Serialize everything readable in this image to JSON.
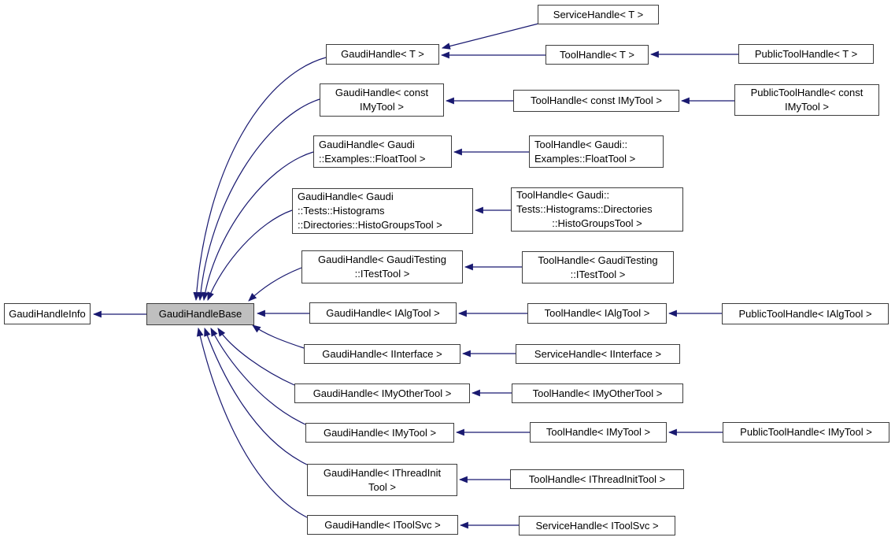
{
  "diagram": {
    "kind": "class-inheritance-graph",
    "focus_class": "GaudiHandleBase",
    "colors": {
      "edge": "#191970",
      "node_border": "#3d3d3d",
      "node_fill": "#ffffff",
      "highlight_fill": "#bfbfbf",
      "text": "#000000",
      "background": "#ffffff"
    },
    "nodes": {
      "gaudi_handle_info": {
        "label": "GaudiHandleInfo"
      },
      "gaudi_handle_base": {
        "label": "GaudiHandleBase",
        "highlighted": true
      },
      "gaudi_handle_t": {
        "label": "GaudiHandle< T >"
      },
      "gaudi_handle_const_imytool": {
        "lines": [
          "GaudiHandle< const",
          "IMyTool >"
        ]
      },
      "gaudi_handle_floattool": {
        "lines": [
          "GaudiHandle< Gaudi",
          "::Examples::FloatTool >"
        ]
      },
      "gaudi_handle_histogroupstool": {
        "lines": [
          "GaudiHandle< Gaudi",
          "::Tests::Histograms",
          "::Directories::HistoGroupsTool >"
        ]
      },
      "gaudi_handle_itesttool": {
        "lines": [
          "GaudiHandle< GaudiTesting",
          "::ITestTool >"
        ]
      },
      "gaudi_handle_ialgtool": {
        "label": "GaudiHandle< IAlgTool >"
      },
      "gaudi_handle_iinterface": {
        "label": "GaudiHandle< IInterface >"
      },
      "gaudi_handle_imyothertool": {
        "label": "GaudiHandle< IMyOtherTool >"
      },
      "gaudi_handle_imytool": {
        "label": "GaudiHandle< IMyTool >"
      },
      "gaudi_handle_ithreadinittool": {
        "lines": [
          "GaudiHandle< IThreadInit",
          "Tool >"
        ]
      },
      "gaudi_handle_itoolsvc": {
        "label": "GaudiHandle< IToolSvc >"
      },
      "service_handle_t": {
        "label": "ServiceHandle< T >"
      },
      "tool_handle_t": {
        "label": "ToolHandle< T >"
      },
      "tool_handle_const_imytool": {
        "label": "ToolHandle< const IMyTool >"
      },
      "tool_handle_floattool": {
        "lines": [
          "ToolHandle< Gaudi::",
          "Examples::FloatTool >"
        ]
      },
      "tool_handle_histogroupstool": {
        "lines": [
          "ToolHandle< Gaudi::",
          "Tests::Histograms::Directories",
          "::HistoGroupsTool >"
        ]
      },
      "tool_handle_itesttool": {
        "lines": [
          "ToolHandle< GaudiTesting",
          "::ITestTool >"
        ]
      },
      "tool_handle_ialgtool": {
        "label": "ToolHandle< IAlgTool >"
      },
      "service_handle_iinterface": {
        "label": "ServiceHandle< IInterface >"
      },
      "tool_handle_imyothertool": {
        "label": "ToolHandle< IMyOtherTool >"
      },
      "tool_handle_imytool": {
        "label": "ToolHandle< IMyTool >"
      },
      "tool_handle_ithreadinittool": {
        "label": "ToolHandle< IThreadInitTool >"
      },
      "service_handle_itoolsvc": {
        "label": "ServiceHandle< IToolSvc >"
      },
      "public_tool_handle_t": {
        "label": "PublicToolHandle< T >"
      },
      "public_tool_handle_const_imytool": {
        "lines": [
          "PublicToolHandle< const",
          "IMyTool >"
        ]
      },
      "public_tool_handle_ialgtool": {
        "label": "PublicToolHandle< IAlgTool >"
      },
      "public_tool_handle_imytool": {
        "label": "PublicToolHandle< IMyTool >"
      }
    },
    "edges": [
      {
        "from": "GaudiHandleBase",
        "to": "GaudiHandleInfo"
      },
      {
        "from": "GaudiHandle< T >",
        "to": "GaudiHandleBase"
      },
      {
        "from": "GaudiHandle< const IMyTool >",
        "to": "GaudiHandleBase"
      },
      {
        "from": "GaudiHandle< Gaudi::Examples::FloatTool >",
        "to": "GaudiHandleBase"
      },
      {
        "from": "GaudiHandle< Gaudi::Tests::Histograms::Directories::HistoGroupsTool >",
        "to": "GaudiHandleBase"
      },
      {
        "from": "GaudiHandle< GaudiTesting::ITestTool >",
        "to": "GaudiHandleBase"
      },
      {
        "from": "GaudiHandle< IAlgTool >",
        "to": "GaudiHandleBase"
      },
      {
        "from": "GaudiHandle< IInterface >",
        "to": "GaudiHandleBase"
      },
      {
        "from": "GaudiHandle< IMyOtherTool >",
        "to": "GaudiHandleBase"
      },
      {
        "from": "GaudiHandle< IMyTool >",
        "to": "GaudiHandleBase"
      },
      {
        "from": "GaudiHandle< IThreadInitTool >",
        "to": "GaudiHandleBase"
      },
      {
        "from": "GaudiHandle< IToolSvc >",
        "to": "GaudiHandleBase"
      },
      {
        "from": "ServiceHandle< T >",
        "to": "GaudiHandle< T >"
      },
      {
        "from": "ToolHandle< T >",
        "to": "GaudiHandle< T >"
      },
      {
        "from": "PublicToolHandle< T >",
        "to": "ToolHandle< T >"
      },
      {
        "from": "ToolHandle< const IMyTool >",
        "to": "GaudiHandle< const IMyTool >"
      },
      {
        "from": "PublicToolHandle< const IMyTool >",
        "to": "ToolHandle< const IMyTool >"
      },
      {
        "from": "ToolHandle< Gaudi::Examples::FloatTool >",
        "to": "GaudiHandle< Gaudi::Examples::FloatTool >"
      },
      {
        "from": "ToolHandle< Gaudi::Tests::Histograms::Directories::HistoGroupsTool >",
        "to": "GaudiHandle< Gaudi::Tests::Histograms::Directories::HistoGroupsTool >"
      },
      {
        "from": "ToolHandle< GaudiTesting::ITestTool >",
        "to": "GaudiHandle< GaudiTesting::ITestTool >"
      },
      {
        "from": "ToolHandle< IAlgTool >",
        "to": "GaudiHandle< IAlgTool >"
      },
      {
        "from": "PublicToolHandle< IAlgTool >",
        "to": "ToolHandle< IAlgTool >"
      },
      {
        "from": "ServiceHandle< IInterface >",
        "to": "GaudiHandle< IInterface >"
      },
      {
        "from": "ToolHandle< IMyOtherTool >",
        "to": "GaudiHandle< IMyOtherTool >"
      },
      {
        "from": "ToolHandle< IMyTool >",
        "to": "GaudiHandle< IMyTool >"
      },
      {
        "from": "PublicToolHandle< IMyTool >",
        "to": "ToolHandle< IMyTool >"
      },
      {
        "from": "ToolHandle< IThreadInitTool >",
        "to": "GaudiHandle< IThreadInitTool >"
      },
      {
        "from": "ServiceHandle< IToolSvc >",
        "to": "GaudiHandle< IToolSvc >"
      }
    ]
  }
}
